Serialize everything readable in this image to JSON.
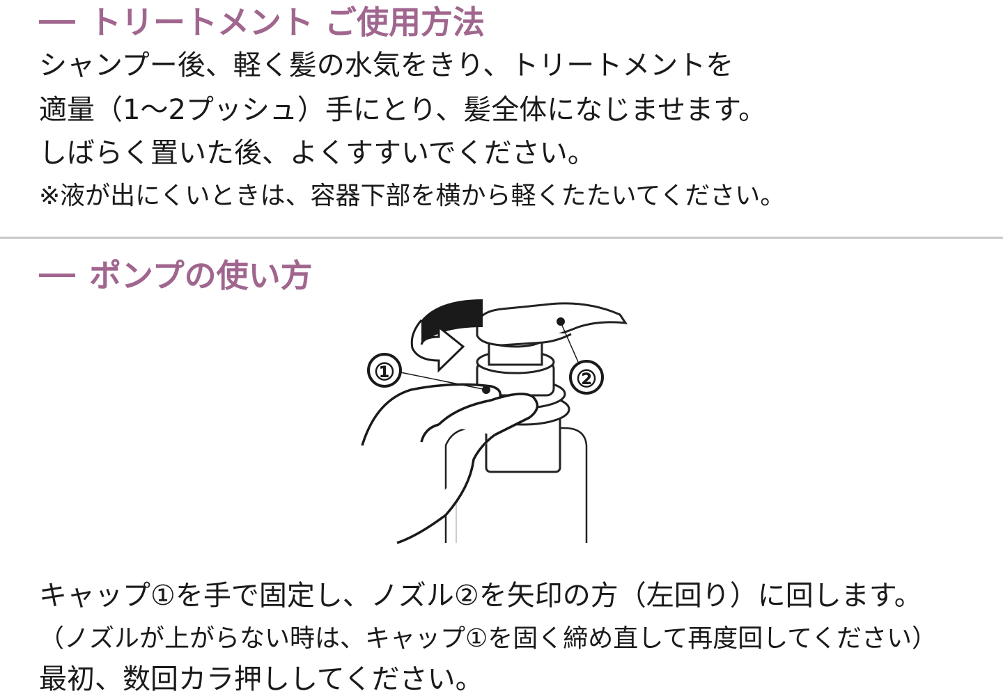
{
  "section1": {
    "title": "トリートメント ご使用方法",
    "lines": [
      "シャンプー後、軽く髪の水気をきり、トリートメントを",
      "適量（1～2プッシュ）手にとり、髪全体になじませます。",
      "しばらく置いた後、よくすすいでください。"
    ],
    "note": "※液が出にくいときは、容器下部を横から軽くたたいてください。"
  },
  "section2": {
    "title": "ポンプの使い方",
    "callouts": {
      "cap": "①",
      "nozzle": "②"
    },
    "lines": [
      "キャップ①を手で固定し、ノズル②を矢印の方（左回り）に回します。",
      "（ノズルが上がらない時は、キャップ①を固く締め直して再度回してください）",
      "最初、数回カラ押ししてください。"
    ]
  },
  "colors": {
    "heading": "#a0668e",
    "text": "#1a1a1a",
    "divider": "#c8c8c8"
  },
  "icons": [
    "pump-bottle-illustration",
    "rotate-arrow-icon"
  ]
}
